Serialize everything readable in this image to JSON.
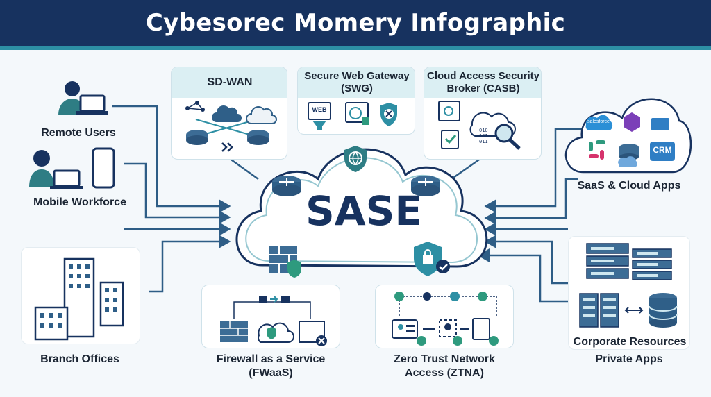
{
  "header": {
    "title": "Cybesorec Momery Infographic"
  },
  "center": {
    "label": "SASE"
  },
  "services": {
    "sdwan": {
      "label": "SD-WAN"
    },
    "swg": {
      "label_line1": "Secure Web Gateway",
      "label_line2": "(SWG)",
      "web_text": "WEB"
    },
    "casb": {
      "label_line1": "Cloud Access Security",
      "label_line2": "Broker (CASB)"
    },
    "fwaas": {
      "label_line1": "Firewall as a Service",
      "label_line2": "(FWaaS)"
    },
    "ztna": {
      "label_line1": "Zero Trust Network",
      "label_line2": "Access (ZTNA)"
    }
  },
  "left": {
    "remote_users": "Remote Users",
    "mobile_workforce": "Mobile Workforce",
    "branch_offices": "Branch Offices"
  },
  "right": {
    "saas": {
      "label": "SaaS & Cloud Apps",
      "salesforce": "salesforce",
      "crm": "CRM"
    },
    "corporate_resources": "Corporate Resources",
    "private_apps": "Private Apps"
  },
  "colors": {
    "navy": "#17325f",
    "teal": "#2d8fa4",
    "green": "#2e9a7e",
    "line": "#2e5d86"
  }
}
